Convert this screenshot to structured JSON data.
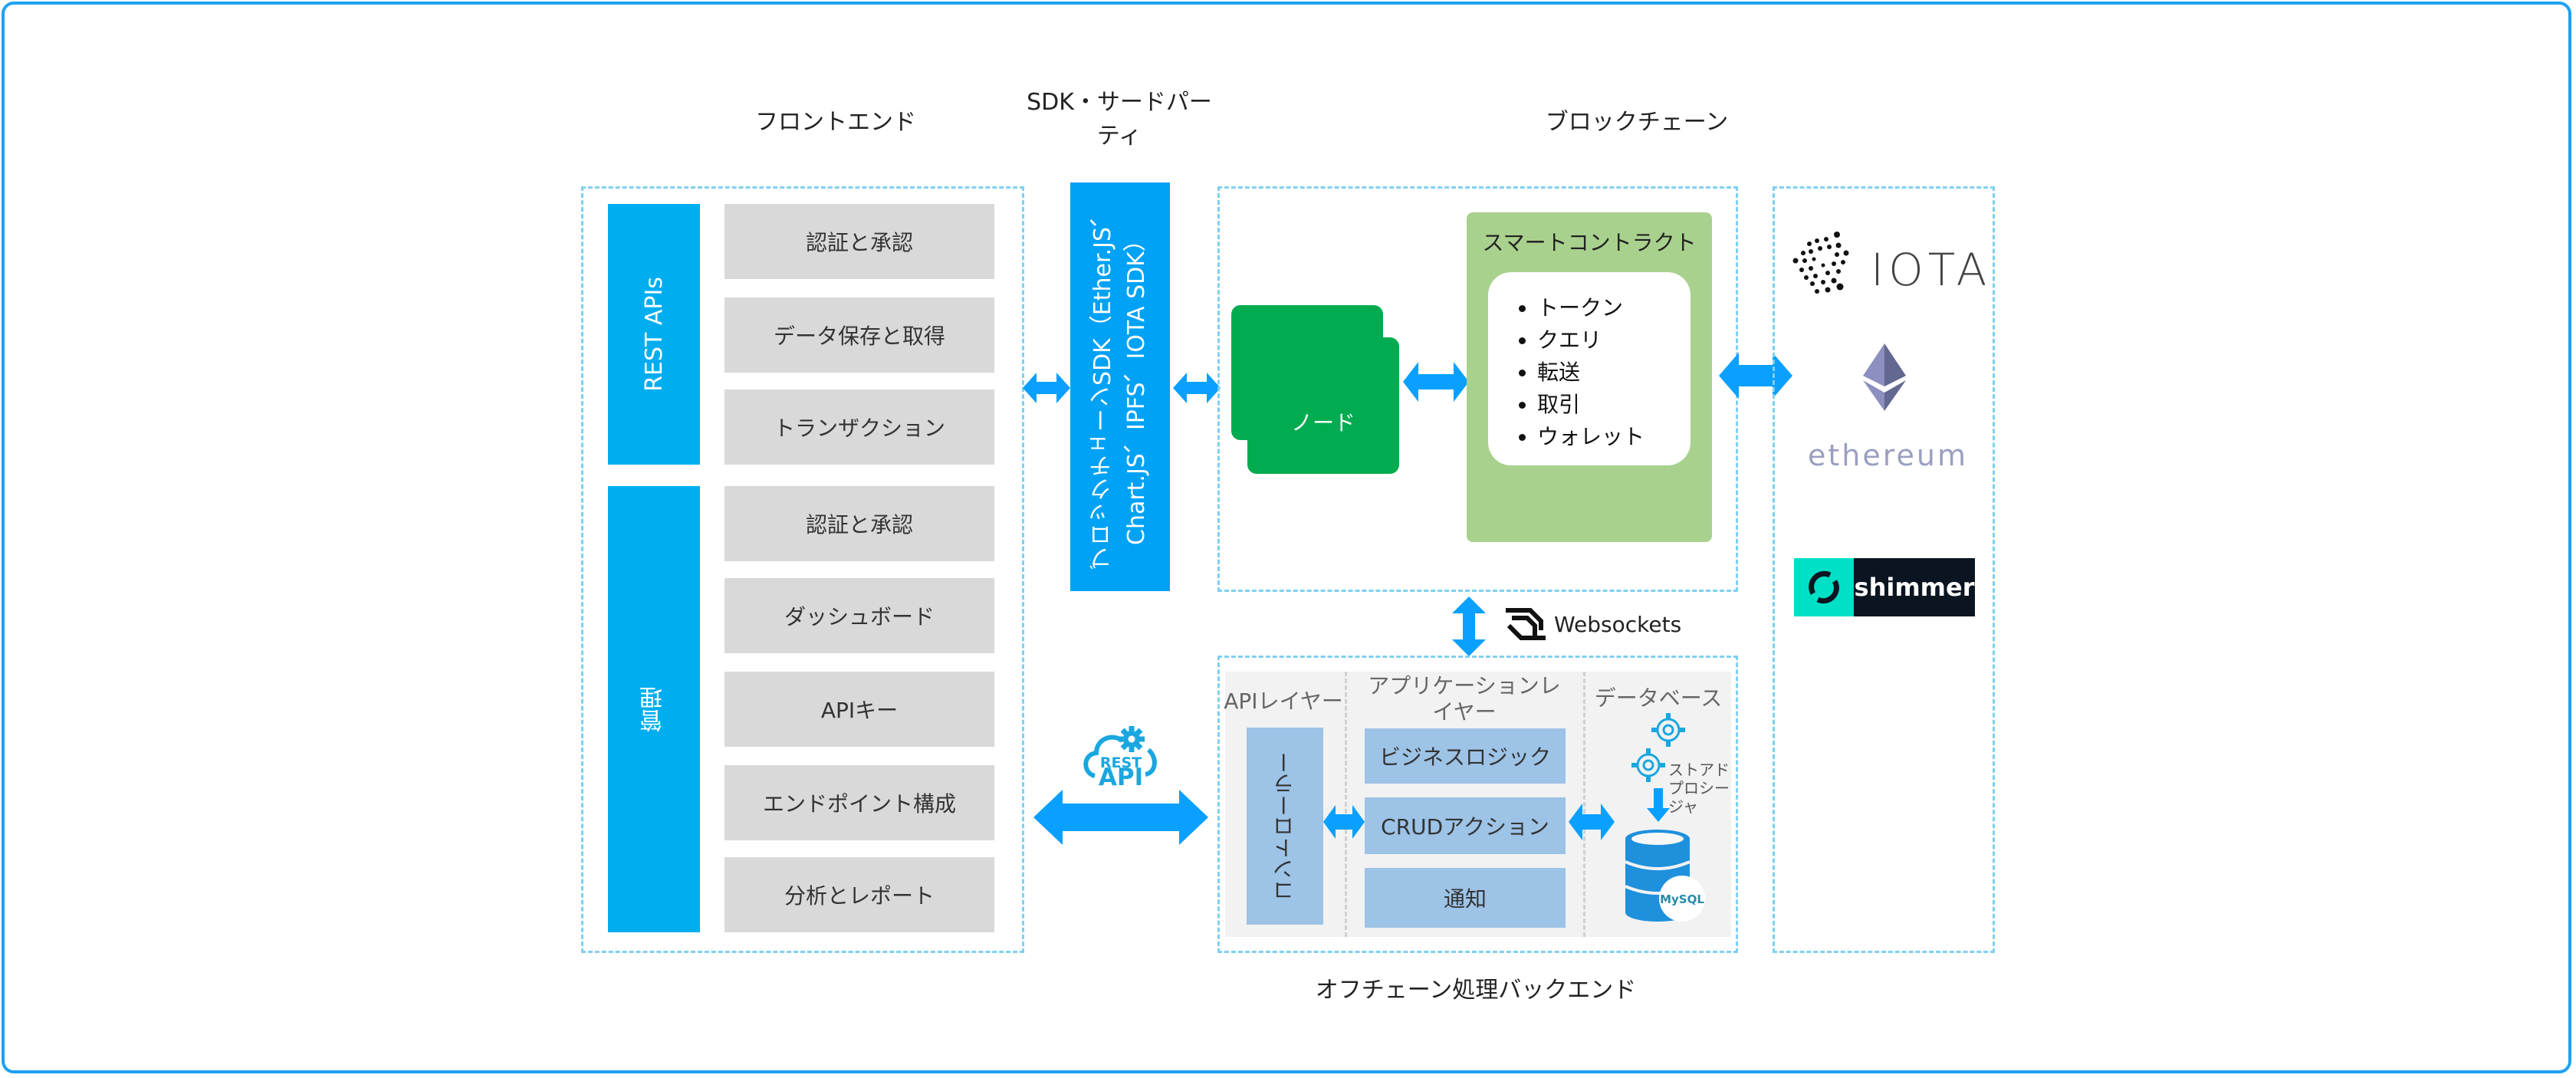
{
  "headings": {
    "frontend": "フロントエンド",
    "sdk_line1": "SDK・サードパー",
    "sdk_line2": "ティ",
    "blockchain": "ブロックチェーン",
    "backend": "オフチェーン処理バックエンド"
  },
  "frontend": {
    "rest_apis_label": "REST APIs",
    "admin_label": "管理",
    "rest_items": [
      "認証と承認",
      "データ保存と取得",
      "トランザクション"
    ],
    "admin_items": [
      "認証と承認",
      "ダッシュボード",
      "APIキー",
      "エンドポイント構成",
      "分析とレポート"
    ]
  },
  "sdk": {
    "line1": "ブロックチェーンSDK（Ether.JS、",
    "line2": "Chart.JS、IPFS、IOTA SDK）"
  },
  "blockchain": {
    "node_label": "ノード",
    "smart_contract_title": "スマートコントラクト",
    "smart_contract_items": [
      "トークン",
      "クエリ",
      "転送",
      "取引",
      "ウォレット"
    ]
  },
  "platforms": {
    "iota": "IOTA",
    "ethereum": "ethereum",
    "shimmer": "shimmer"
  },
  "connectors": {
    "websockets": "Websockets",
    "rest_api_line1": "REST",
    "rest_api_line2": "API"
  },
  "backend": {
    "api_layer_title": "APIレイヤー",
    "app_layer_title_line1": "アプリケーションレ",
    "app_layer_title_line2": "イヤー",
    "database_title": "データベース",
    "controller": "コントローラー",
    "app_items": [
      "ビジネスロジック",
      "CRUDアクション",
      "通知"
    ],
    "stored_procedure_lines": [
      "ストアド",
      "プロシー",
      "ジャ"
    ],
    "db_engine": "MySQL"
  },
  "colors": {
    "frame": "#1ea1f2",
    "accent_blue": "#00aeef",
    "sdk_blue": "#00a2f5",
    "arrow_blue": "#0aa0ff",
    "node_green": "#00ac4f",
    "contract_green": "#a9d18e",
    "layer_blue": "#9dc3e6",
    "gray_item": "#d9d9d9"
  }
}
